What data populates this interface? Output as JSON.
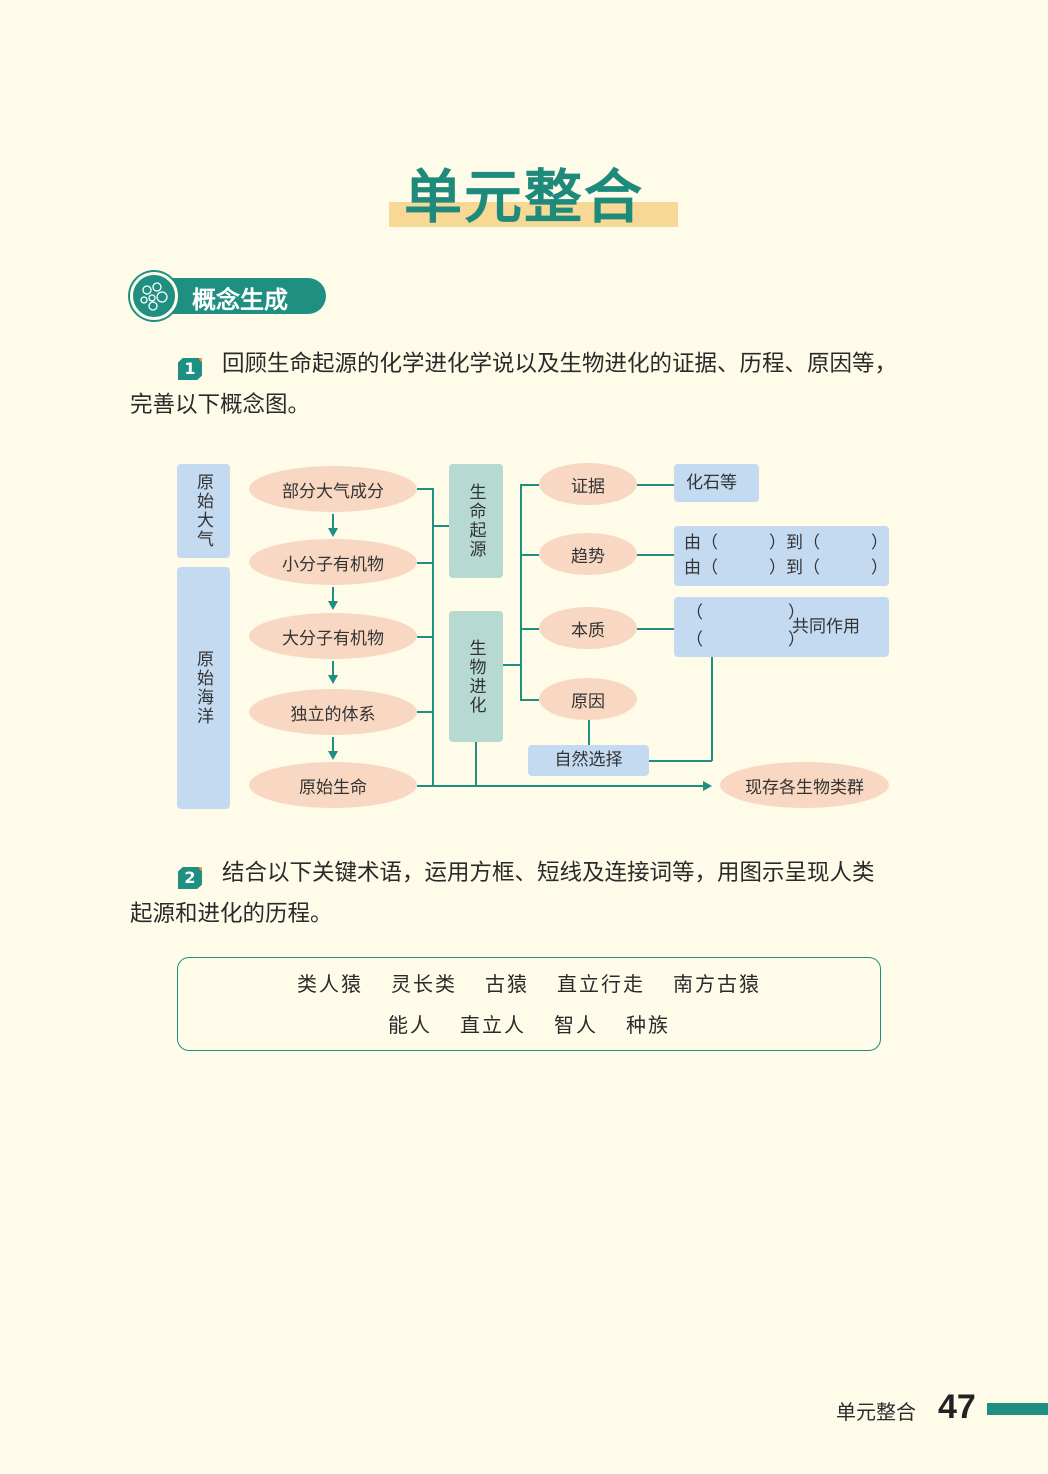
{
  "title": "单元整合",
  "section": {
    "label": "概念生成",
    "icon": "molecule-icon"
  },
  "q1": {
    "num": "1",
    "line1": "回顾生命起源的化学进化学说以及生物进化的证据、历程、原因等，",
    "line2": "完善以下概念图。"
  },
  "diagram": {
    "env": [
      "原始大气",
      "原始海洋"
    ],
    "chain": [
      "部分大气成分",
      "小分子有机物",
      "大分子有机物",
      "独立的体系",
      "原始生命"
    ],
    "origin": "生命起源",
    "evolution": "生物进化",
    "aspects": [
      "证据",
      "趋势",
      "本质",
      "原因"
    ],
    "evidence": "化石等",
    "trend": [
      "由（　　　）到（　　　）",
      "由（　　　）到（　　　）"
    ],
    "essence": {
      "blanks": [
        "（　　　　　）",
        "（　　　　　）"
      ],
      "suffix": "共同作用"
    },
    "selection": "自然选择",
    "result": "现存各生物类群"
  },
  "q2": {
    "num": "2",
    "line1": "结合以下关键术语，运用方框、短线及连接词等，用图示呈现人类",
    "line2": "起源和进化的历程。"
  },
  "keywords": {
    "row1": [
      "类人猿",
      "灵长类",
      "古猿",
      "直立行走",
      "南方古猿"
    ],
    "row2": [
      "能人",
      "直立人",
      "智人",
      "种族"
    ]
  },
  "footer": {
    "label": "单元整合",
    "page": "47"
  },
  "colors": {
    "teal": "#1e8f80",
    "ellipse": "#f8d8c3",
    "blue": "#c3daf1",
    "title_bar": "#f7d894"
  }
}
